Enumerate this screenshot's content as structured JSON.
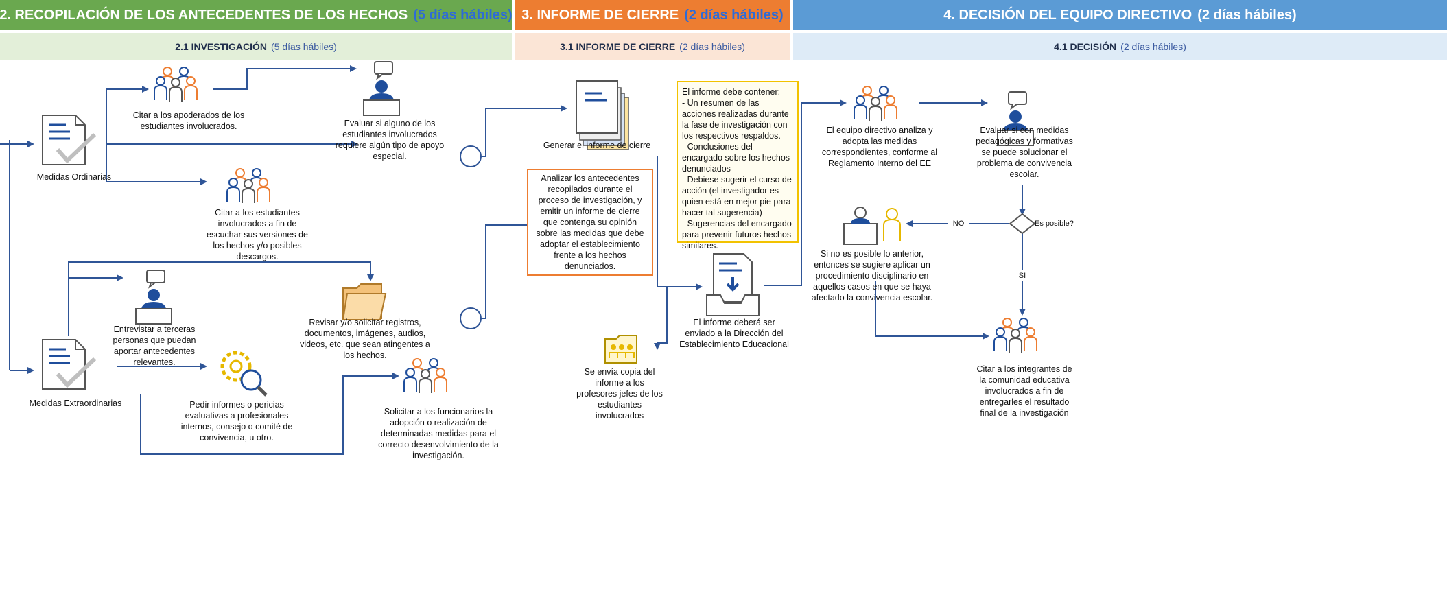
{
  "stages": [
    {
      "title": "2. RECOPILACIÓN DE LOS ANTECEDENTES DE LOS HECHOS",
      "days": "(5 días hábiles)",
      "color": "#6aa84f",
      "days_color": "#2e6bd6",
      "sub_title": "2.1 INVESTIGACIÓN",
      "sub_days": "(5 días hábiles)",
      "sub_bg": "#e3efd9"
    },
    {
      "title": "3. INFORME DE CIERRE",
      "days": "(2 días hábiles)",
      "color": "#ed7d31",
      "days_color": "#2e6bd6",
      "sub_title": "3.1 INFORME DE CIERRE",
      "sub_days": "(2 días hábiles)",
      "sub_bg": "#fbe5d6"
    },
    {
      "title": "4. DECISIÓN DEL EQUIPO DIRECTIVO",
      "days": "(2 días hábiles)",
      "color": "#5b9bd5",
      "days_color": "#ffffff",
      "sub_title": "4.1 DECISIÓN",
      "sub_days": "(2 días hábiles)",
      "sub_bg": "#deebf7"
    }
  ],
  "nodes": {
    "medidas_ordinarias": "Medidas Ordinarias",
    "medidas_extraordinarias": "Medidas Extraordinarias",
    "citar_apoderados": "Citar a los apoderados de los estudiantes involucrados.",
    "evaluar_apoyo": "Evaluar si alguno de los estudiantes involucrados requiere algún tipo de apoyo especial.",
    "citar_estudiantes": "Citar a los estudiantes involucrados a fin de escuchar sus versiones de los hechos y/o posibles descargos.",
    "entrevistar": "Entrevistar a terceras personas que puedan aportar antecedentes relevantes.",
    "revisar_registros": "Revisar y/o solicitar registros, documentos, imágenes, audios, videos, etc. que sean atingentes a los hechos.",
    "pedir_informes": "Pedir informes o pericias evaluativas a profesionales internos, consejo o comité de convivencia, u otro.",
    "solicitar_funcionarios": "Solicitar a los funcionarios la adopción o realización de determinadas medidas para el correcto desenvolvimiento de la investigación.",
    "generar_informe": "Generar el informe de cierre",
    "analizar": "Analizar los antecedentes recopilados durante el proceso de investigación, y emitir un informe de cierre que contenga su opinión sobre las medidas que debe adoptar el establecimiento frente a los hechos denunciados.",
    "enviar_direccion": "El informe deberá ser enviado a la Dirección del Establecimiento Educacional",
    "copia_profesores": "Se envía copia del informe a los profesores jefes de los estudiantes involucrados",
    "equipo_analiza": "El equipo directivo analiza y adopta las medidas correspondientes, conforme al Reglamento Interno del EE",
    "evaluar_medidas": "Evaluar si con medidas pedagógicas y formativas se puede solucionar el problema de convivencia escolar.",
    "es_posible": "Es posible?",
    "no": "NO",
    "si": "SI",
    "procedimiento": "Si no es posible lo anterior, entonces se sugiere aplicar un procedimiento disciplinario en aquellos casos en que se haya afectado la convivencia escolar.",
    "citar_integrantes": "Citar a los integrantes de la comunidad educativa involucrados a fin de entregarles el resultado final de la investigación"
  },
  "note": {
    "heading": "El informe debe contener:",
    "items": [
      "- Un resumen de las acciones realizadas durante la fase de investigación con los respectivos respaldos.",
      "- Conclusiones del encargado sobre los hechos denunciados",
      "- Debiese sugerir el curso de acción (el investigador es quien está en mejor pie para hacer tal sugerencia)",
      "- Sugerencias del encargado para prevenir futuros hechos similares."
    ]
  },
  "colors": {
    "line": "#2f5597",
    "orange_outline": "#ed7d31",
    "note_border": "#f2c200",
    "note_bg": "#fffdf0",
    "icon_blue": "#1f4e9c",
    "icon_gray": "#6b6b6b"
  }
}
